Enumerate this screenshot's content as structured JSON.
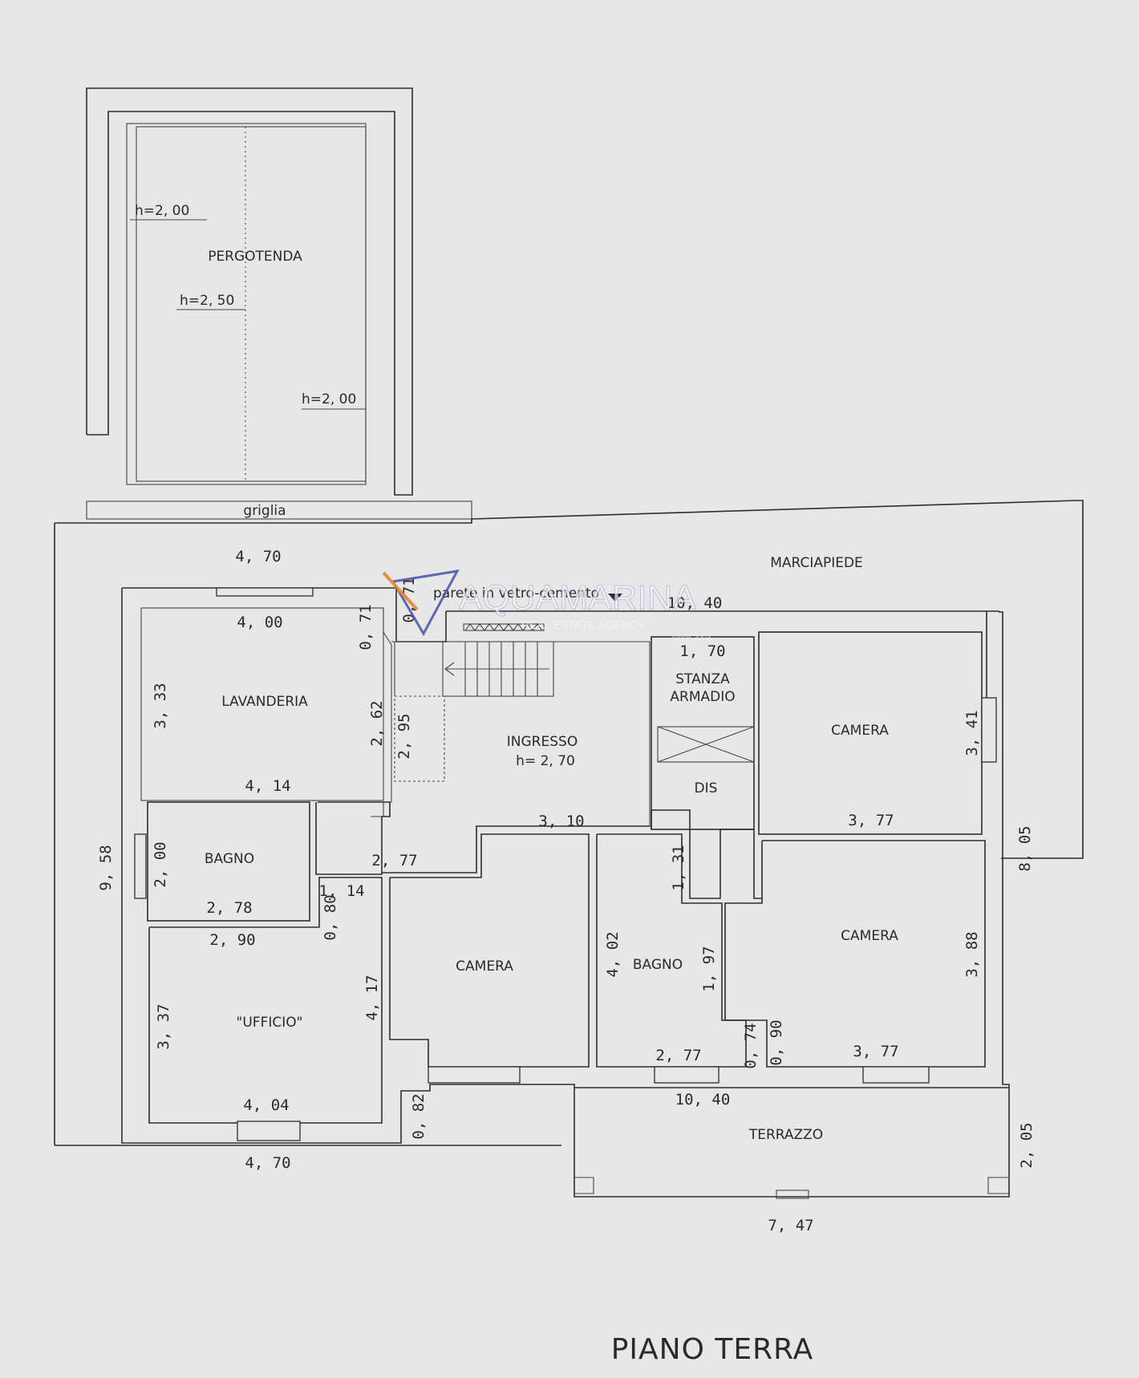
{
  "plan_title": "PIANO TERRA",
  "rooms": {
    "pergotenda": "PERGOTENDA",
    "griglia": "griglia",
    "marciapiede": "MARCIAPIEDE",
    "parete": "parete in vetro-cemento",
    "lavanderia": "LAVANDERIA",
    "ingresso": "INGRESSO",
    "ingresso_h": "h= 2, 70",
    "stanza": "STANZA",
    "armadio": "ARMADIO",
    "dis": "DIS",
    "camera_ne": "CAMERA",
    "bagno_w": "BAGNO",
    "ufficio": "\"UFFICIO\"",
    "camera_c": "CAMERA",
    "bagno_c": "BAGNO",
    "camera_se": "CAMERA",
    "terrazzo": "TERRAZZO"
  },
  "heights": {
    "h1": "h=2, 00",
    "h2": "h=2, 50",
    "h3": "h=2, 00"
  },
  "dimensions": {
    "top_left_width": "4, 70",
    "bottom_left_width": "4, 70",
    "top_right_width": "10, 40",
    "terrace_top_width": "10, 40",
    "terrace_bottom_width": "7, 47",
    "lav_width": "4, 00",
    "lav_bottom": "4, 14",
    "lav_height": "3, 33",
    "lav_right": "2, 62",
    "d071a": "0, 71",
    "d071b": "0, 71",
    "stair_295": "2, 95",
    "ingresso_310": "3, 10",
    "corr_277": "2, 77",
    "stanza_170": "1, 70",
    "camera_ne_w": "3, 77",
    "camera_ne_h": "3, 41",
    "right_805": "8, 05",
    "left_958": "9, 58",
    "bagno_w_h": "2, 00",
    "bagno_w_w": "2, 78",
    "d114": "1, 14",
    "d080": "0, 80",
    "uff_w_top": "2, 90",
    "uff_h": "3, 37",
    "uff_right": "4, 17",
    "uff_bottom": "4, 04",
    "d082": "0, 82",
    "d131": "1, 31",
    "d197": "1, 97",
    "bagno_c_h": "4, 02",
    "bagno_c_w": "2, 77",
    "d074": "0, 74",
    "d090": "0, 90",
    "camera_se_w": "3, 77",
    "camera_se_h": "3, 88",
    "terrace_h": "2, 05"
  },
  "watermark": {
    "brand": "AQUAMARINA",
    "tagline": "REAL ESTATE AGENCY",
    "since": "since 2003",
    "accent": "#4a50a8",
    "accent2": "#e67e22"
  }
}
